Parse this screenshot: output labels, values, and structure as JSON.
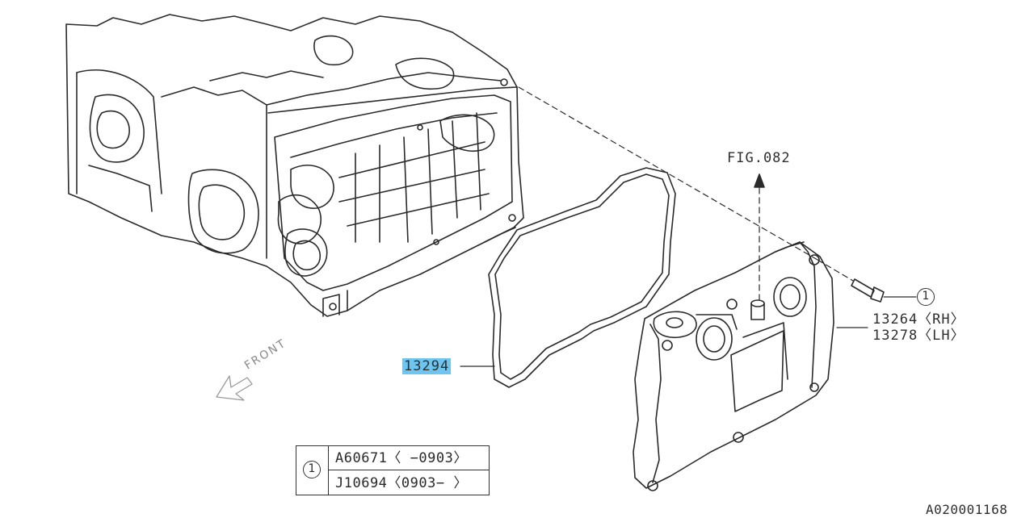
{
  "labels": {
    "fig_ref": "FIG.082",
    "gasket_part": "13294",
    "cover_rh": "13264〈RH〉",
    "cover_lh": "13278〈LH〉",
    "callout_key": "1",
    "front": "FRONT",
    "diagram_id": "A020001168"
  },
  "ref_table": {
    "key": "1",
    "rows": [
      "A60671〈 −0903〉",
      "J10694〈0903− 〉"
    ]
  },
  "colors": {
    "line": "#2a2a2a",
    "highlight": "#6ec5ef",
    "front_arrow": "#9a9a9a"
  }
}
